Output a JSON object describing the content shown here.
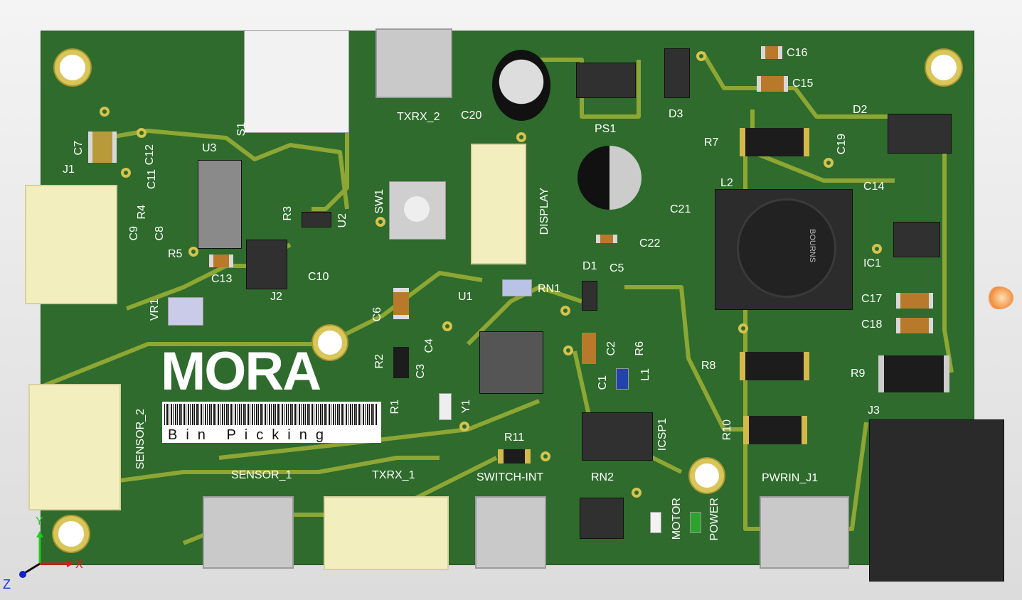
{
  "board": {
    "logo": "MORA",
    "subtitle": "Bin Picking",
    "manufacturer_mark": "BOURNS"
  },
  "colors": {
    "pcb": "#2e6b2c",
    "trace": "#8da634",
    "pad": "#d6c24e",
    "silkscreen": "#ffffff"
  },
  "axes": {
    "x": "X",
    "y": "Y",
    "z": "Z"
  },
  "labels": {
    "c16": "C16",
    "c15": "C15",
    "d2": "D2",
    "c19": "C19",
    "r7": "R7",
    "d3": "D3",
    "ps1": "PS1",
    "c20": "C20",
    "txrx_2": "TXRX_2",
    "s1": "S1",
    "u3": "U3",
    "c12": "C12",
    "c7": "C7",
    "j1": "J1",
    "c11": "C11",
    "r4": "R4",
    "c9": "C9",
    "c8": "C8",
    "r5": "R5",
    "c13": "C13",
    "j2": "J2",
    "c10": "C10",
    "r3": "R3",
    "u2": "U2",
    "sw1": "SW1",
    "display": "DISPLAY",
    "c21": "C21",
    "c22": "C22",
    "l2": "L2",
    "c14": "C14",
    "ic1": "IC1",
    "c17": "C17",
    "c18": "C18",
    "r9": "R9",
    "r8": "R8",
    "r10": "R10",
    "j3": "J3",
    "d1": "D1",
    "c5": "C5",
    "rn1": "RN1",
    "u1": "U1",
    "c6": "C6",
    "vr1": "VR1",
    "c4": "C4",
    "c3": "C3",
    "r2": "R2",
    "c2": "C2",
    "r6": "R6",
    "c1": "C1",
    "l1": "L1",
    "y1": "Y1",
    "r1": "R1",
    "icsp1": "ICSP1",
    "r11": "R11",
    "switch_int": "SWITCH-INT",
    "rn2": "RN2",
    "motor": "MOTOR",
    "power": "POWER",
    "pwrin_j1": "PWRIN_J1",
    "sensor_1": "SENSOR_1",
    "txrx_1": "TXRX_1",
    "sensor_2": "SENSOR_2"
  }
}
